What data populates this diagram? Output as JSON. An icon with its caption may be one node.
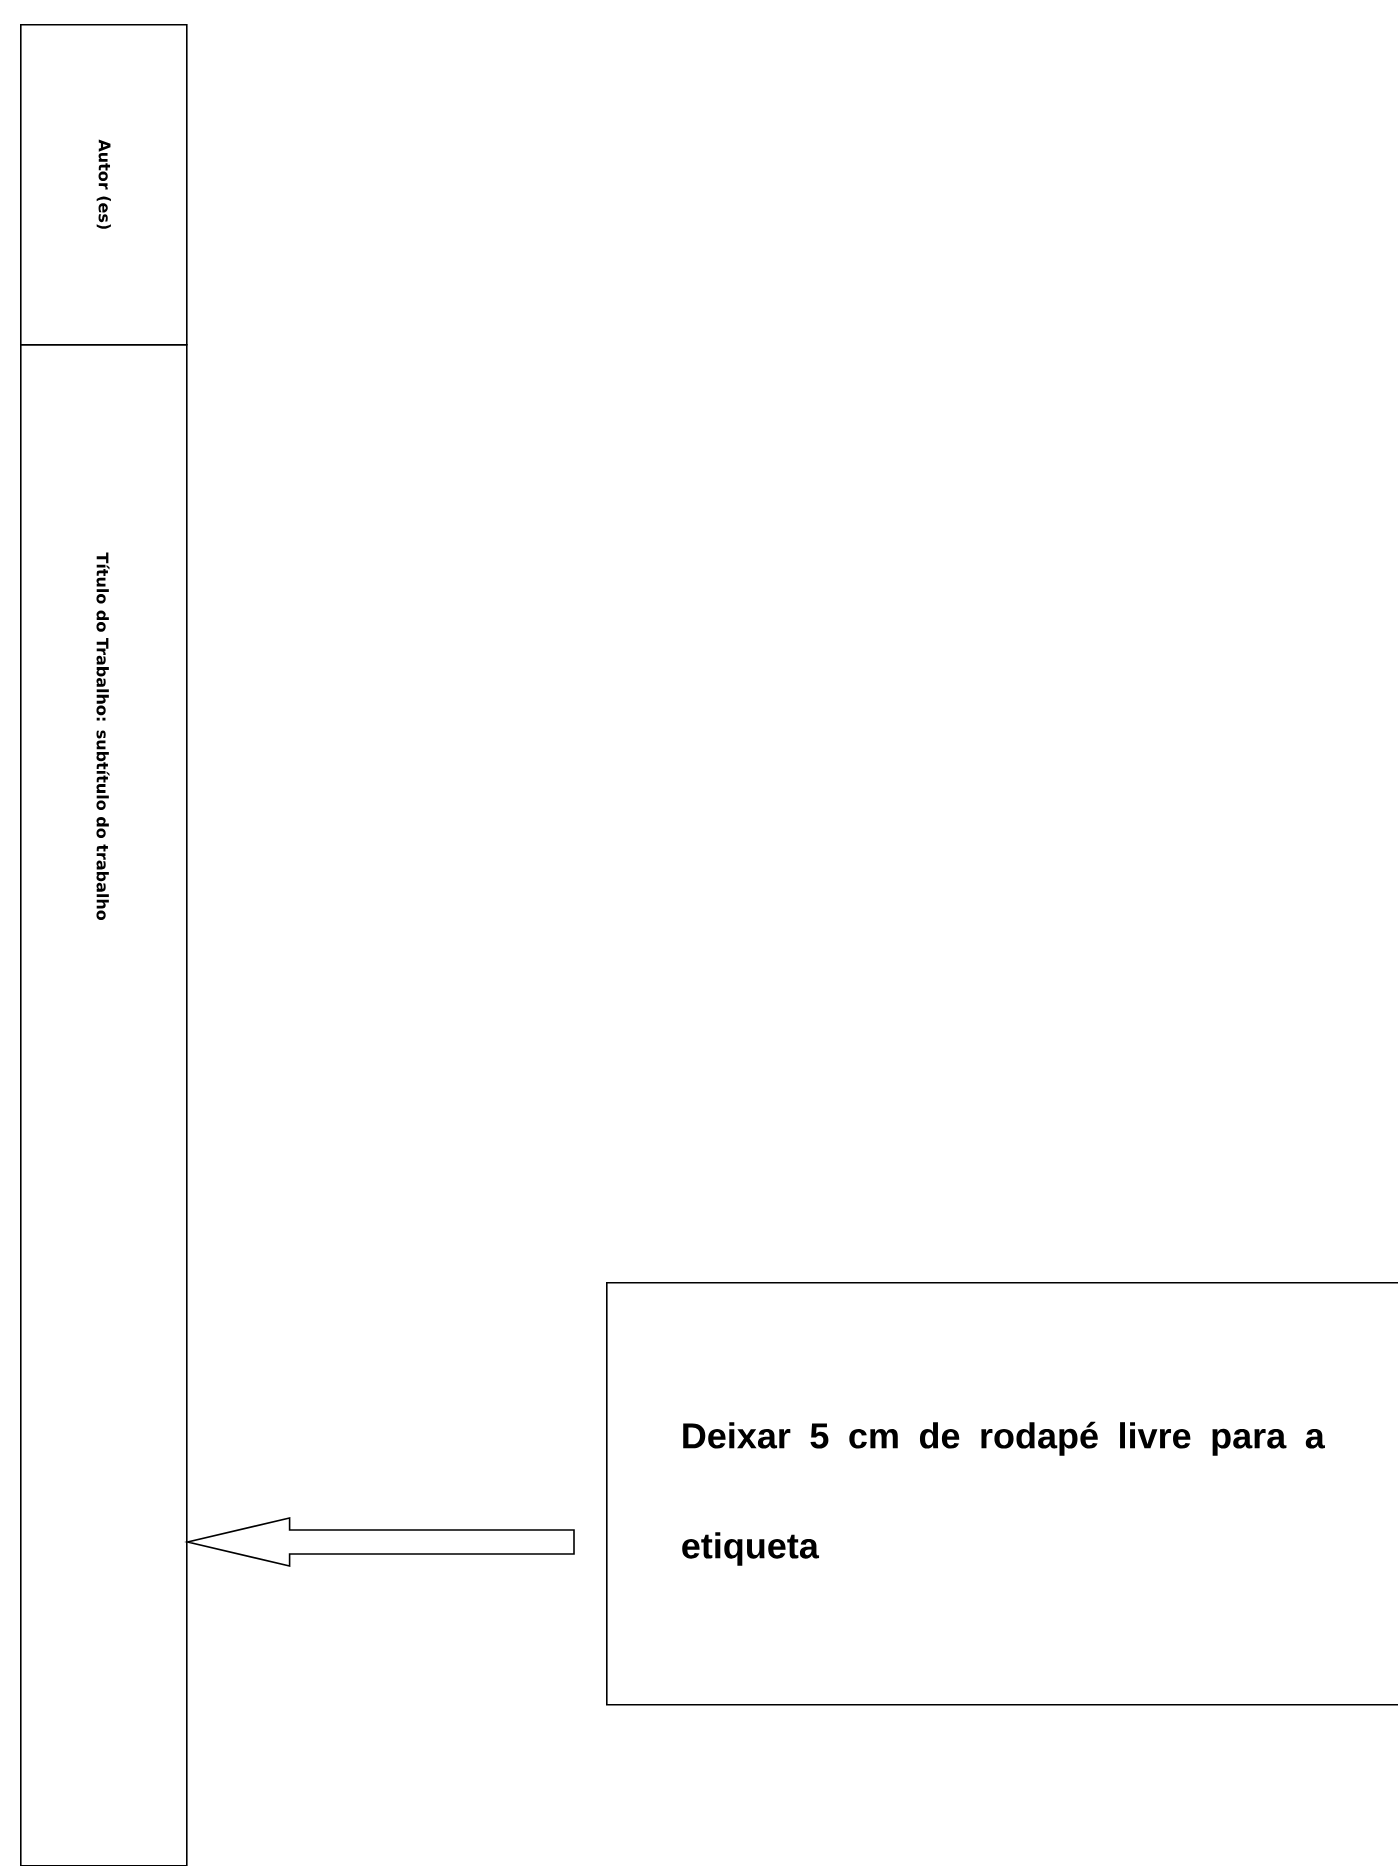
{
  "diagram": {
    "nodes": [
      {
        "text": [
          "Autor (es)"
        ]
      },
      {
        "text": [
          "Título do Trabalho: subtítulo do trabalho"
        ]
      },
      {
        "text": [
          "Deixar 5 cm de rodapé livre para a etiqueta"
        ]
      }
    ],
    "edges": [
      {
        "from": 2,
        "to": 1,
        "arrow": "to"
      }
    ]
  }
}
